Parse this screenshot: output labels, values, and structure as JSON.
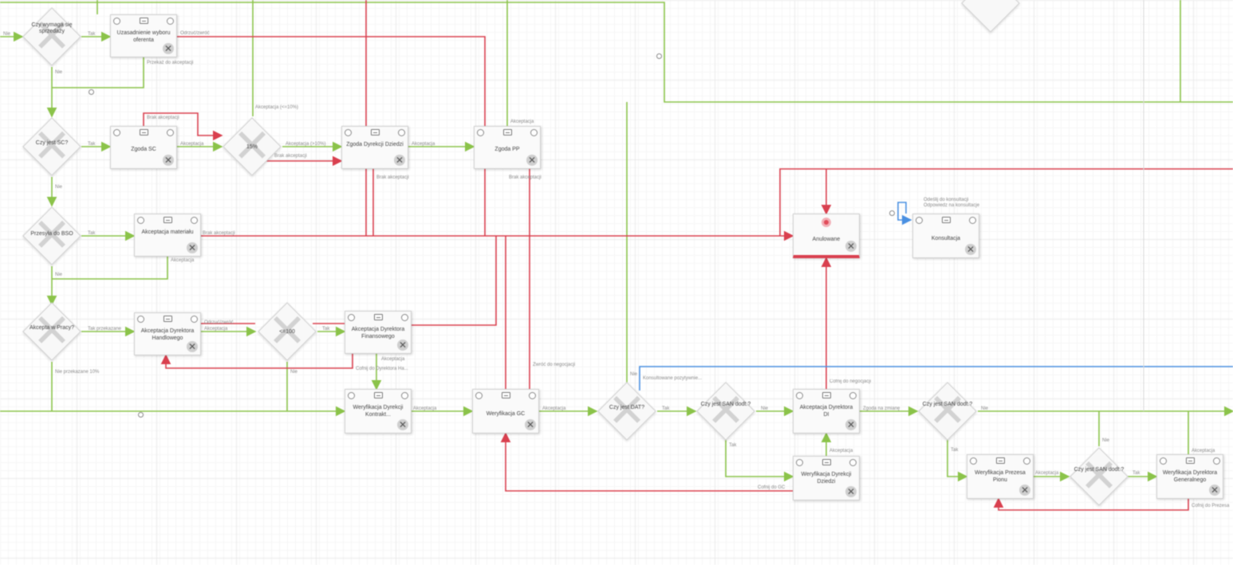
{
  "colors": {
    "accept": "#8bc34a",
    "reject": "#d9404f",
    "info": "#4a90e2",
    "grid": "#e9e9e9"
  },
  "icons": {
    "task_header": "envelope-icon",
    "task_remove": "close-circle-icon",
    "gateway": "exclusive-gateway-icon",
    "end": "stop-icon"
  },
  "gateways": [
    {
      "id": "g1",
      "label": "Czy wymaga się sprzedaży"
    },
    {
      "id": "g2",
      "label": "Czy jest SC?"
    },
    {
      "id": "g3",
      "label": "Przesyła do BSO"
    },
    {
      "id": "g4",
      "label": "Akcepta w Pracy?"
    },
    {
      "id": "g5",
      "label": "15%"
    },
    {
      "id": "g6",
      "label": "<=100"
    },
    {
      "id": "g7",
      "label": "Czy jest DAT?"
    },
    {
      "id": "g8",
      "label": "Czy jest SAN dodt.?"
    },
    {
      "id": "g9",
      "label": "Czy jest SAN dodt.?"
    },
    {
      "id": "g10",
      "label": "Czy jest SAN dodt.?"
    },
    {
      "id": "g11",
      "label": ""
    }
  ],
  "tasks": [
    {
      "id": "t1",
      "label": "Uzasadnienie wyboru oferenta"
    },
    {
      "id": "t2",
      "label": "Zgoda SC"
    },
    {
      "id": "t3",
      "label": "Zgoda Dyrekcji Dziedzi"
    },
    {
      "id": "t4",
      "label": "Zgoda PP"
    },
    {
      "id": "t5",
      "label": "Akceptacja materiału"
    },
    {
      "id": "t6",
      "label": "Akceptacja Dyrektora Handlowego"
    },
    {
      "id": "t7",
      "label": "Akceptacja Dyrektora Finansowego"
    },
    {
      "id": "t8",
      "label": "Weryfikacja Dyrekcji Kontrakt..."
    },
    {
      "id": "t9",
      "label": "Weryfikacja GC"
    },
    {
      "id": "t10",
      "label": "Anulowane"
    },
    {
      "id": "t11",
      "label": "Konsultacja"
    },
    {
      "id": "t12",
      "label": "Akceptacja Dyrektora DI"
    },
    {
      "id": "t13",
      "label": "Weryfikacja Dyrekcji Dziedzi"
    },
    {
      "id": "t14",
      "label": "Weryfikacja Prezesa Pionu"
    },
    {
      "id": "t15",
      "label": "Weryfikacja Dyrektora Generalnego"
    }
  ],
  "edge_labels": [
    "Nie",
    "Tak",
    "Odrzuć/zwróć",
    "Przekaż do akceptacji",
    "Nie",
    "Akceptacja (<=10%)",
    "Brak akceptacji",
    "Tak",
    "Akceptacja",
    "Akceptacja (>10%)",
    "Brak akceptacji",
    "Akceptacja",
    "Akceptacja",
    "Brak akceptacji",
    "Brak akceptacji",
    "Nie",
    "Tak",
    "Brak akceptacji",
    "Akceptacja",
    "Nie",
    "Tak przekazane",
    "Odrzuć/zwróć",
    "Akceptacja",
    "Tak",
    "Nie przekazane 10%",
    "Akceptacja",
    "Cofnij do Dyrektora Ha...",
    "Nie",
    "Akceptacja",
    "Akceptacja",
    "Zwróć do negocjacji",
    "Nie",
    "Tak",
    "Konsultowane pozytywnie...",
    "Nie",
    "Tak",
    "Cofnij do negocjacji",
    "Zgoda na zmianę",
    "Nie",
    "Akceptacja",
    "Cofnij do GC",
    "Tak",
    "Akceptacja",
    "Nie",
    "Tak",
    "Akceptacja",
    "Cofnij do Prezesa",
    "Odeślij do konsultacji",
    "Odpowiedz na konsultacje"
  ]
}
